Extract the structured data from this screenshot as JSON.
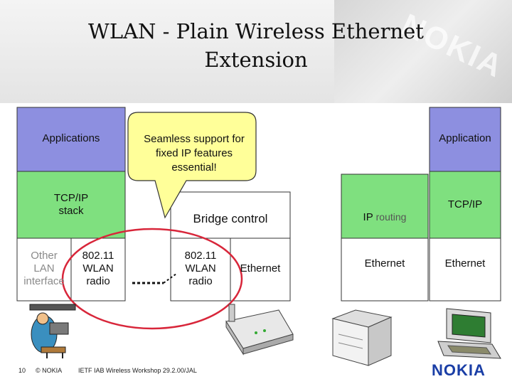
{
  "title": {
    "line1": "WLAN - Plain Wireless Ethernet",
    "line2": "Extension"
  },
  "host_stack": {
    "applications": "Applications",
    "tcpip": "TCP/IP\nstack",
    "other_lan": "Other\nLAN\ninterface",
    "wlan_radio": "802.11\nWLAN\nradio"
  },
  "callout": {
    "text": "Seamless support for fixed IP features essential!"
  },
  "access_point": {
    "bridge_control": "Bridge control",
    "wlan_radio": "802.11\nWLAN\nradio",
    "ethernet": "Ethernet"
  },
  "router": {
    "ip": "IP",
    "routing": "routing",
    "ethernet": "Ethernet"
  },
  "server": {
    "application": "Application",
    "tcpip": "TCP/IP",
    "ethernet": "Ethernet"
  },
  "footer": {
    "page_number": "10",
    "copyright": "© NOKIA",
    "event": "IETF IAB Wireless Workshop 29.2.00/JAL",
    "logo": "NOKIA"
  },
  "colors": {
    "purple": "#8d8fe0",
    "green": "#7fe07f",
    "ellipse": "#d8263a",
    "callout_fill": "#ffff99",
    "logo": "#1a3ea6"
  }
}
